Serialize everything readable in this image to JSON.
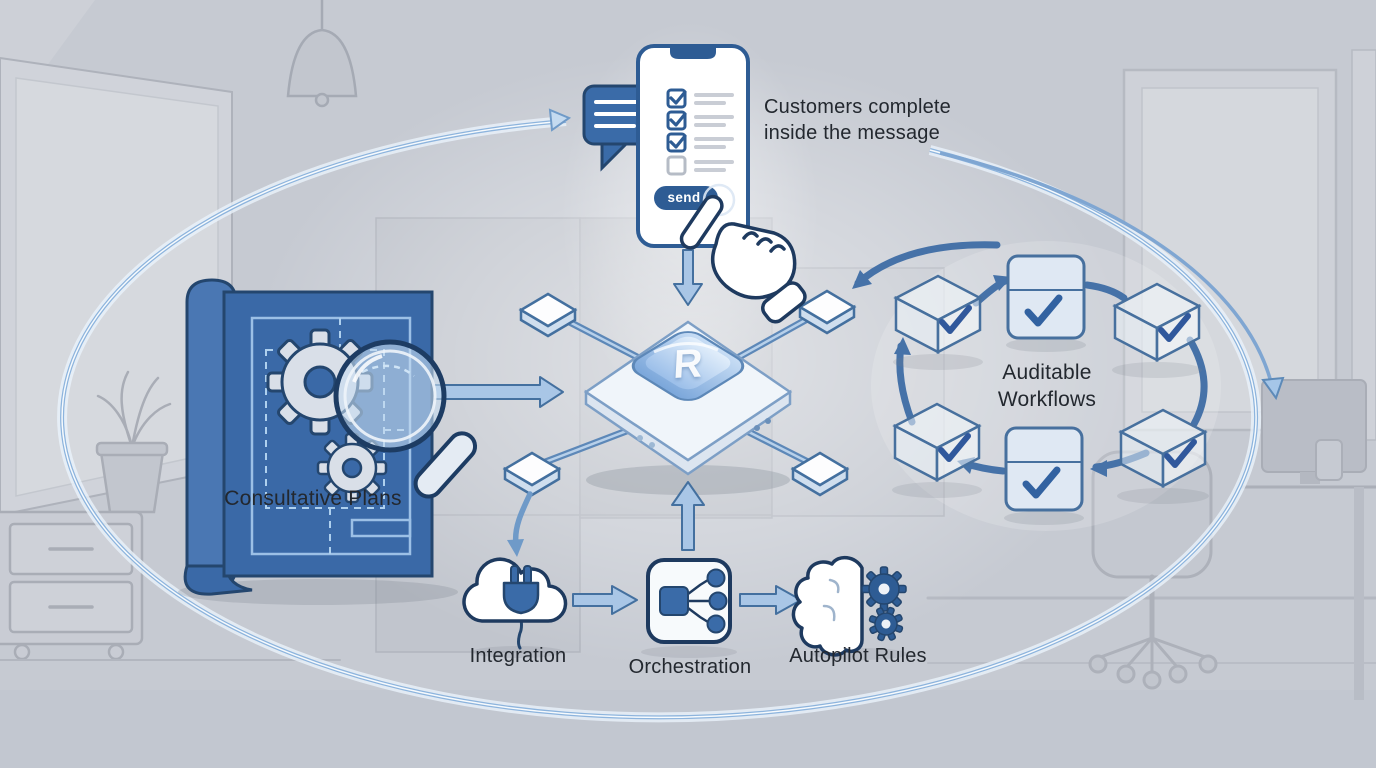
{
  "scene": {
    "background": "#c6cad2",
    "accent_dark": "#2e5c94",
    "accent_mid": "#3a6ba8",
    "accent_light": "#a9c6e6",
    "loop_blue": "#8db4dd",
    "ring_blue": "#4672a8",
    "text_color": "#23282f"
  },
  "phone": {
    "send_label": "send",
    "checklist": {
      "rows": 4,
      "checked": 3,
      "unchecked": 1
    }
  },
  "hub": {
    "logo": "R"
  },
  "annotations": {
    "customers_note": "Customers complete\ninside the message"
  },
  "labels": {
    "consultative_plans": "Consultative Plans",
    "auditable_workflows": "Auditable\nWorkflows",
    "integration": "Integration",
    "orchestration": "Orchestration",
    "autopilot_rules": "Autopilot Rules"
  },
  "icons": [
    "chat-bubble-icon",
    "checklist-icon",
    "pointer-hand-icon",
    "blueprint-icon",
    "gear-icon",
    "magnifier-icon",
    "hub-chip-icon",
    "diamond-node-icon",
    "cube-icon",
    "check-card-icon",
    "cloud-plug-icon",
    "orchestration-node-icon",
    "brain-gears-icon",
    "loop-arrow-icon",
    "lamp-icon",
    "plant-icon"
  ]
}
